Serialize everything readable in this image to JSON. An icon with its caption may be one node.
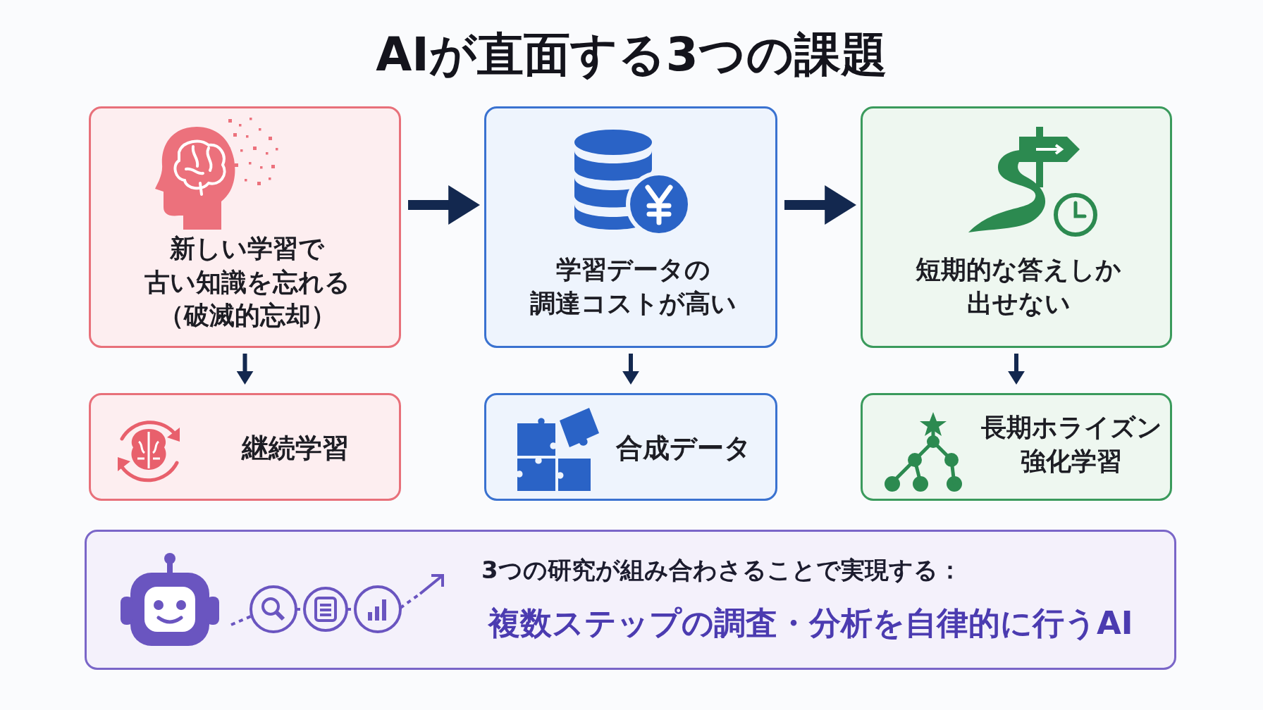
{
  "diagram": {
    "title": "AIが直面する3つの課題",
    "nodes": [
      {
        "text": [
          "新しい学習で古い知識を忘れる（破滅的忘却）"
        ]
      },
      {
        "text": [
          "学習データの調達コストが高い"
        ]
      },
      {
        "text": [
          "短期的な答えしか出せない"
        ]
      },
      {
        "text": [
          "継続学習"
        ]
      },
      {
        "text": [
          "合成データ"
        ]
      },
      {
        "text": [
          "長期ホライズン強化学習"
        ]
      },
      {
        "text": [
          "3つの研究が組み合わさることで実現する：",
          "複数ステップの調査・分析を自律的に行うAI"
        ]
      }
    ],
    "edges": [
      {
        "from": 0,
        "to": 1,
        "arrow": "to",
        "style": "thick"
      },
      {
        "from": 1,
        "to": 2,
        "arrow": "to",
        "style": "thick"
      },
      {
        "from": 0,
        "to": 3,
        "arrow": "to"
      },
      {
        "from": 1,
        "to": 4,
        "arrow": "to"
      },
      {
        "from": 2,
        "to": 5,
        "arrow": "to"
      }
    ]
  }
}
